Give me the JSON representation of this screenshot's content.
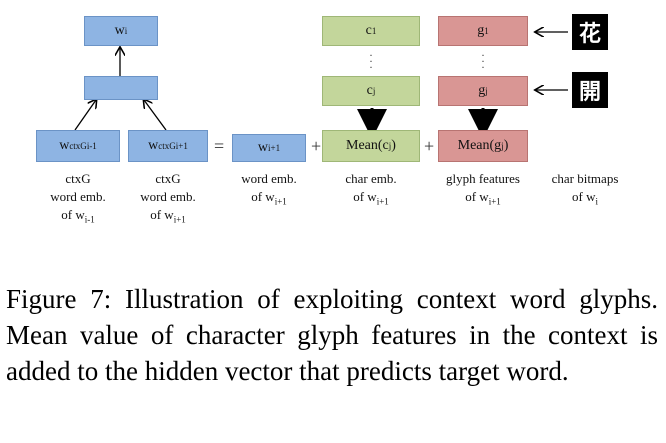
{
  "diagram": {
    "top_node": {
      "base": "w",
      "sub": "i"
    },
    "context_prev": {
      "base": "w",
      "sup": "ctxG",
      "sub": "i-1"
    },
    "context_next": {
      "base": "w",
      "sup": "ctxG",
      "sub": "i+1"
    },
    "equals": "=",
    "word_emb": {
      "base": "w",
      "sub": "i+1"
    },
    "plus": "+",
    "char_top": {
      "base": "c",
      "sub": "1"
    },
    "char_j": {
      "base": "c",
      "sub": "j"
    },
    "char_mean": {
      "pre": "Mean(c",
      "sub": "j",
      "post": ")"
    },
    "glyph_top": {
      "base": "g",
      "sub": "1"
    },
    "glyph_j": {
      "base": "g",
      "sub": "j"
    },
    "glyph_mean": {
      "pre": "Mean(g",
      "sub": "j",
      "post": ")"
    },
    "bitmap_1": "花",
    "bitmap_2": "開",
    "captions": {
      "ctx_prev": {
        "line1": "ctxG",
        "line2": "word emb.",
        "line3_pre": "of w",
        "line3_sub": "i-1"
      },
      "ctx_next": {
        "line1": "ctxG",
        "line2": "word emb.",
        "line3_pre": "of w",
        "line3_sub": "i+1"
      },
      "word_emb": {
        "line1": "word emb.",
        "line2_pre": "of w",
        "line2_sub": "i+1"
      },
      "char_emb": {
        "line1": "char emb.",
        "line2_pre": "of w",
        "line2_sub": "i+1"
      },
      "glyph_feat": {
        "line1": "glyph features",
        "line2_pre": "of w",
        "line2_sub": "i+1"
      },
      "char_bitmaps": {
        "line1": "char bitmaps",
        "line2_pre": "of w",
        "line2_sub": "i"
      }
    }
  },
  "caption": "Figure 7: Illustration of exploiting context word glyphs. Mean value of character glyph features in the context is added to the hidden vector that predicts target word.",
  "colors": {
    "blue": "#8eb4e3",
    "green": "#c3d69b",
    "pink": "#d99694"
  }
}
